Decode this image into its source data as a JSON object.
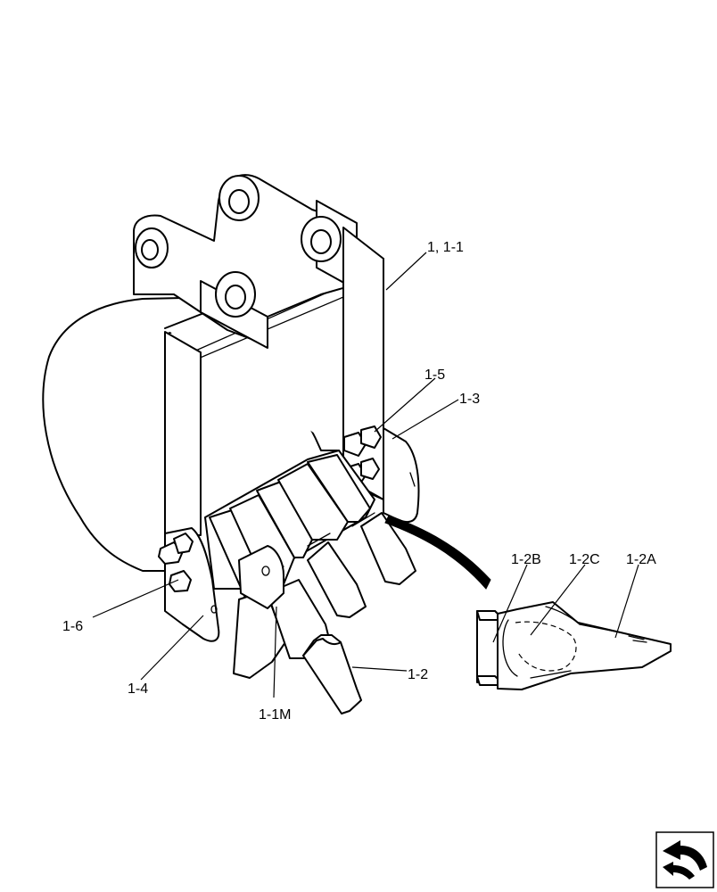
{
  "diagram": {
    "callouts": {
      "bucket": "1, 1-1",
      "bolt": "1-5",
      "side_cutter": "1-3",
      "nut": "1-6",
      "cutter_plate": "1-4",
      "tooth_adapter": "1-1M",
      "tooth": "1-2",
      "adapter_b": "1-2B",
      "adapter_c": "1-2C",
      "adapter_a": "1-2A"
    }
  },
  "navigation": {
    "icon": "return-arrow-icon",
    "colors": {
      "icon_fill": "#000000",
      "icon_bg": "#ffffff"
    }
  }
}
